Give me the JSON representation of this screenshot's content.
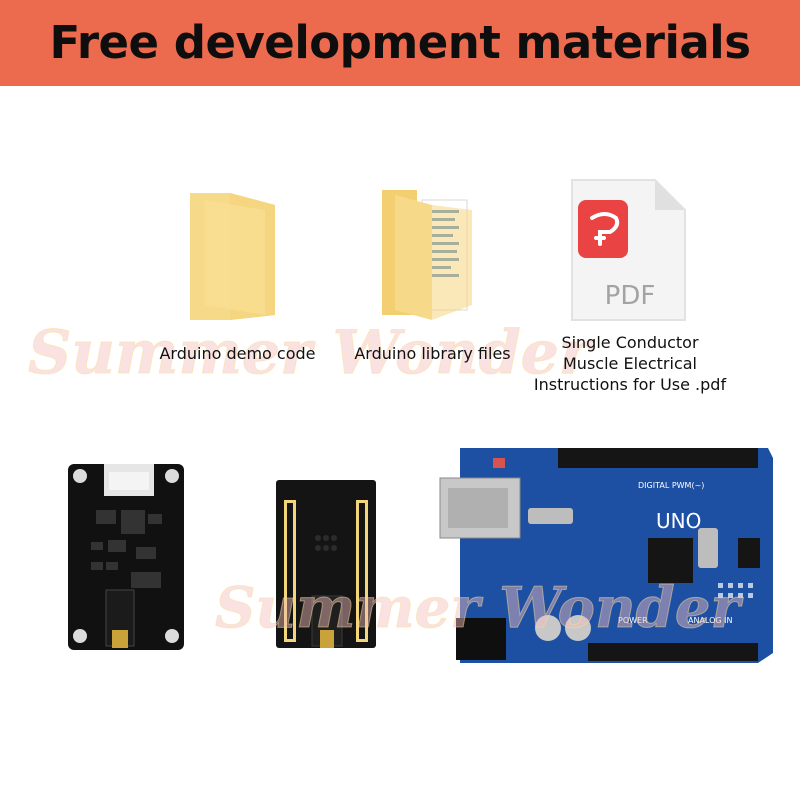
{
  "banner": {
    "title": "Free development materials",
    "background": "#ec6b4e"
  },
  "files": [
    {
      "label": "Arduino demo code",
      "icon": "folder-icon"
    },
    {
      "label": "Arduino library files",
      "icon": "folder-with-documents-icon"
    },
    {
      "label_lines": [
        "Single Conductor",
        "Muscle Electrical",
        "Instructions for Use .pdf"
      ],
      "icon": "pdf-file-icon",
      "badge": "PDF"
    }
  ],
  "watermark": {
    "text": "Summer Wonder"
  },
  "hardware": {
    "arduino_label": "UNO",
    "arduino_header_text": "DIGITAL PWM(~)",
    "arduino_analog_text": "ANALOG IN",
    "arduino_power_text": "POWER"
  }
}
